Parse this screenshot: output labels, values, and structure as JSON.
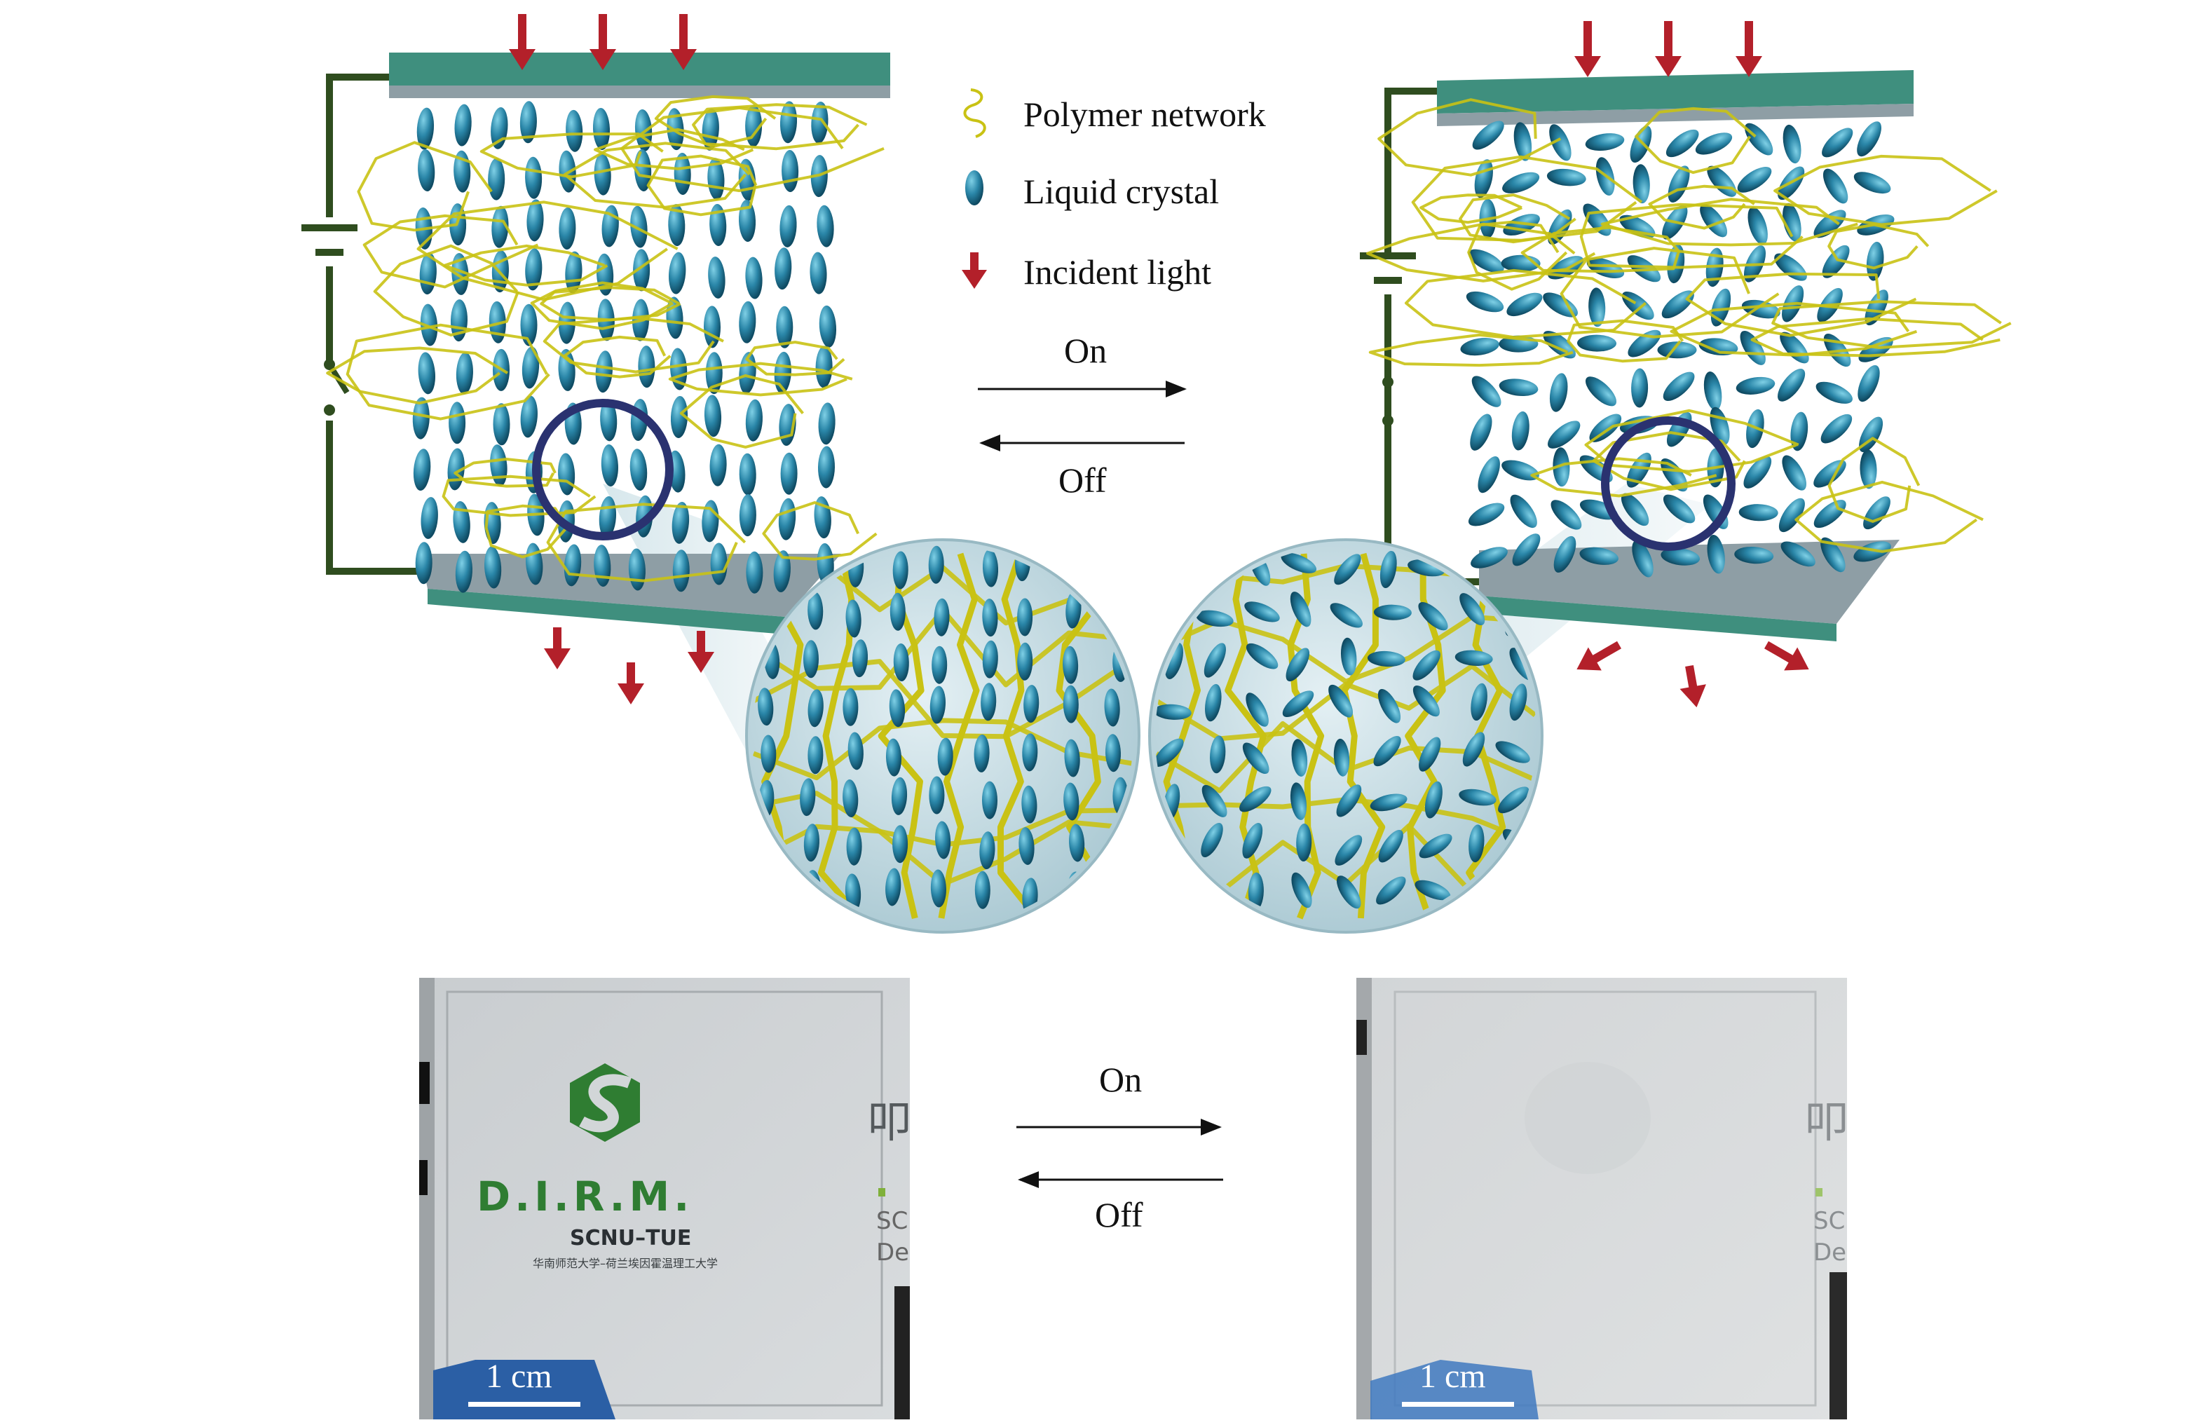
{
  "legend": {
    "polymer": {
      "label": "Polymer network",
      "icon": "polymer-squiggle-icon",
      "color": "#b7b31a"
    },
    "lc": {
      "label": "Liquid crystal",
      "icon": "ellipsoid-icon",
      "color": "#1f6e8c"
    },
    "light": {
      "label": "Incident light",
      "icon": "red-arrow-icon",
      "color": "#b3202a"
    }
  },
  "switch_top": {
    "on": "On",
    "off": "Off"
  },
  "switch_bottom": {
    "on": "On",
    "off": "Off"
  },
  "photo_left": {
    "logo_main": "D.I.R.M.",
    "logo_sub": "SCNU–TUE",
    "logo_cn": "华南师范大学–荷兰埃因霍温理工大学",
    "scale": "1 cm",
    "edge_glyph": "叩",
    "edge_1": "SC",
    "edge_2": "De"
  },
  "photo_right": {
    "scale": "1 cm",
    "edge_glyph": "叩",
    "edge_1": "SC",
    "edge_2": "De"
  },
  "colors": {
    "electrode": "#3f8f7e",
    "substrate": "#8e9ea5",
    "circuit": "#2f4d1f",
    "lc": "#1f6e8c",
    "polymer": "#c9c214",
    "arrow": "#b3202a",
    "circle": "#2a3270",
    "logo_green": "#2f7d32"
  }
}
